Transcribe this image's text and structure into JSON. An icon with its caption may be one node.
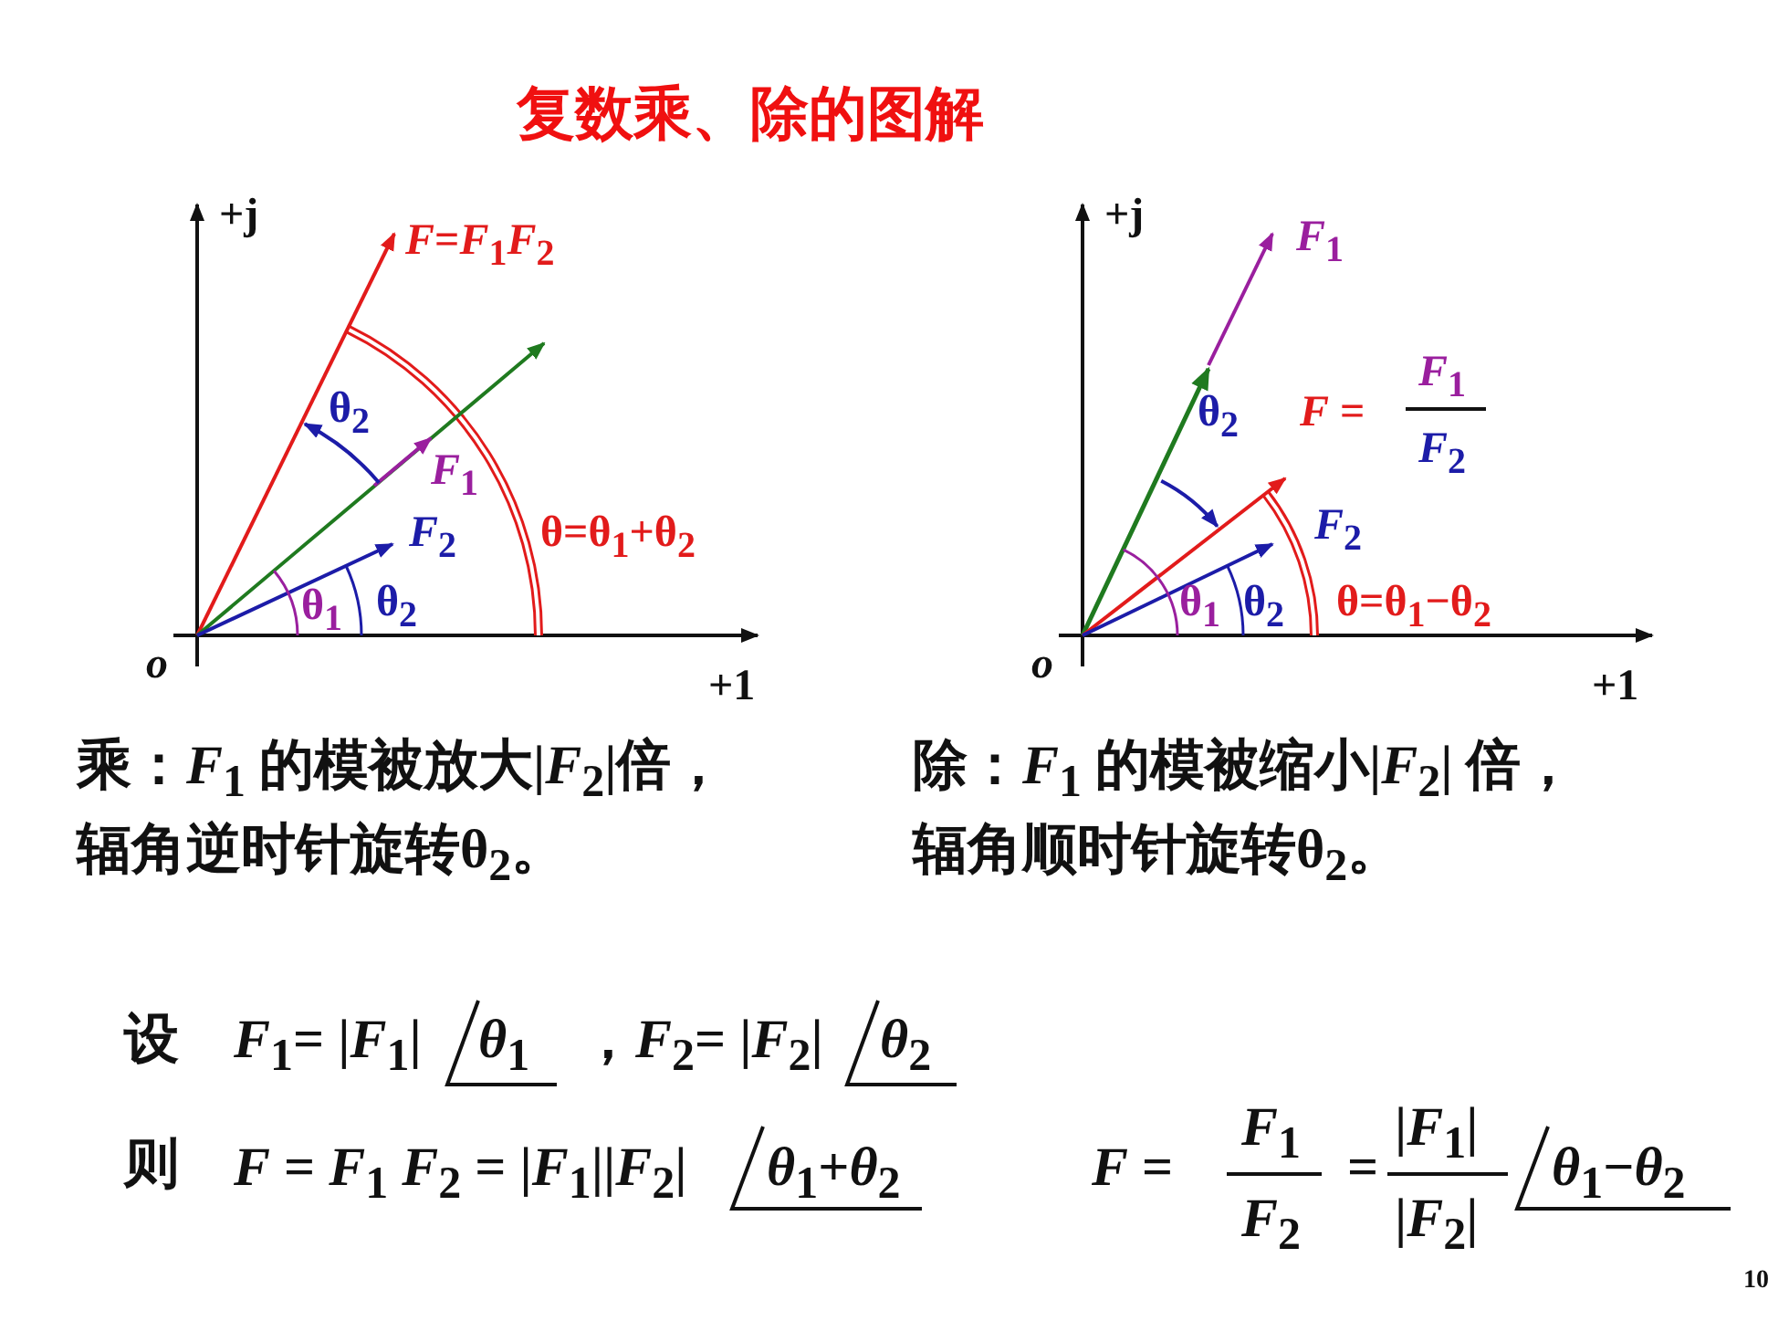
{
  "diagram": {
    "title": "复数乘、除的图解",
    "labels": [
      "+j",
      "*F*=*F*$_{1}$*F*$_{2}$",
      "θ$_{2}$",
      "*F*$_{1}$",
      "*F*$_{2}$",
      "θ=θ$_{1}$+θ$_{2}$",
      "θ$_{1}$",
      "θ$_{2}$",
      "*o*",
      "+1",
      "+j",
      "*F*$_{1}$",
      "*F*$_{1}$",
      "θ$_{2}$",
      "*F* =",
      "*F*$_{2}$",
      "*F*$_{2}$",
      "θ$_{1}$",
      "θ$_{2}$",
      "θ=θ$_{1}$−θ$_{2}$",
      "*o*",
      "+1",
      "乘：*F*$_{1}$ 的模被放大|*F*$_{2}$|倍，",
      "除：*F*$_{1}$ 的模被缩小|*F*$_{2}$| 倍，",
      "辐角逆时针旋转θ$_{2}$。",
      "辐角顺时针旋转θ$_{2}$。",
      "设",
      "*F*$_{1}$= |*F*$_{1}$|",
      "*θ*$_{1}$",
      "，",
      "*F*$_{2}$= |*F*$_{2}$|",
      "*θ*$_{2}$",
      "则",
      "*F* = *F*$_{1}$ *F*$_{2}$ = |*F*$_{1}$||*F*$_{2}$|",
      "*θ*$_{1}$+*θ*$_{2}$",
      "*F* =",
      "*F*$_{1}$",
      "*F*$_{2}$",
      "=",
      "|*F*$_{1}$|",
      "|*F*$_{2}$|",
      "*θ*$_{1}$−*θ*$_{2}$",
      "10"
    ]
  }
}
